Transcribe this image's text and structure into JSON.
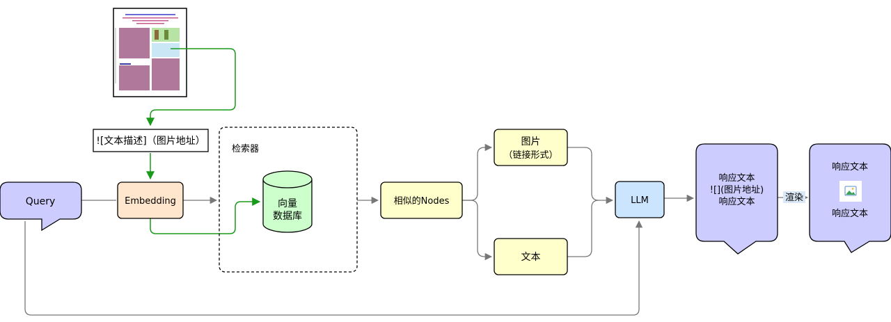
{
  "diagram": {
    "doc_caption": "![文本描述]（图片地址）",
    "query": "Query",
    "embedding": "Embedding",
    "retriever": "检索器",
    "vector_db_line1": "向量",
    "vector_db_line2": "数据库",
    "similar_nodes": "相似的Nodes",
    "image_line1": "图片",
    "image_line2": "（链接形式）",
    "text": "文本",
    "llm": "LLM",
    "response1_line1": "响应文本",
    "response1_line2": "![](图片地址)",
    "response1_line3": "响应文本",
    "render": "渲染",
    "response2_line1": "响应文本",
    "response2_line2": "响应文本"
  },
  "colors": {
    "query_fill": "#ccccff",
    "embedding_fill": "#ffe6cc",
    "db_fill": "#ccffcc",
    "yellow_fill": "#ffffcc",
    "llm_fill": "#cce5ff",
    "green_edge": "#1a9a1a",
    "grey_edge": "#777777"
  }
}
